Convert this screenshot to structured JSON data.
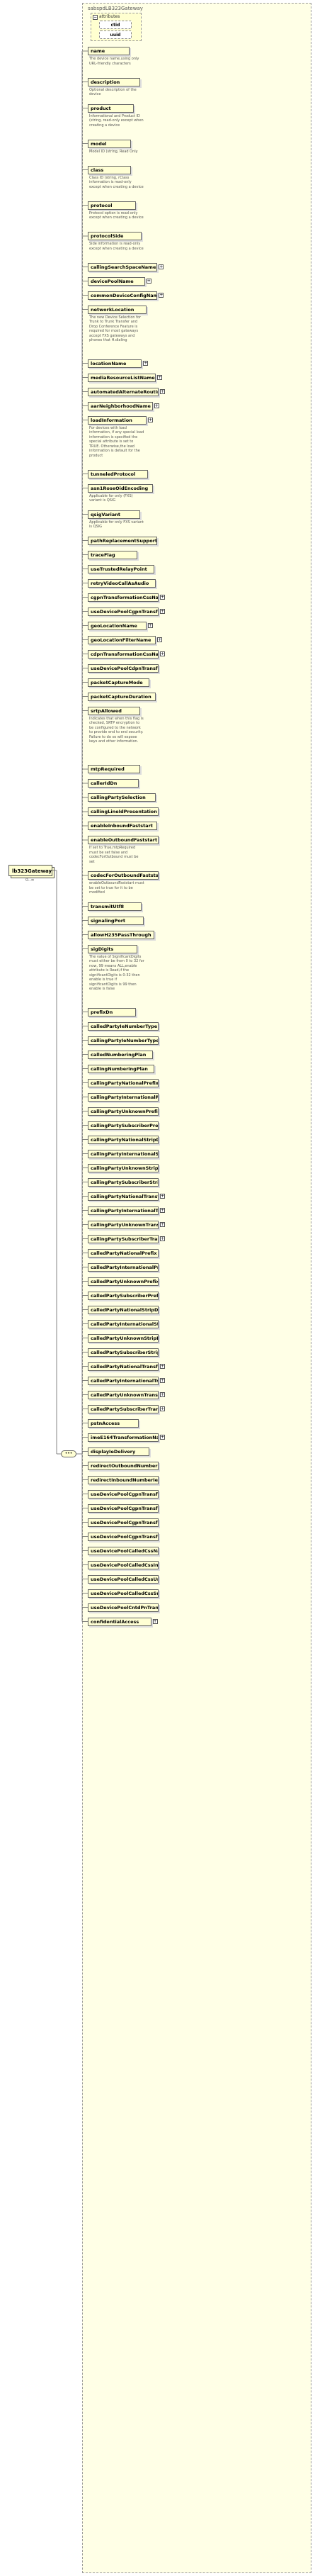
{
  "diagram": {
    "outer_title": "sabspdLB323Gateway",
    "root": {
      "label": "lb323Gateway",
      "sub": "0..∞"
    },
    "attributes": {
      "title": "attributes",
      "items": [
        "ctid",
        "uuid"
      ]
    },
    "elements": [
      {
        "name": "name",
        "desc": "The device name,using only URL-friendly characters"
      },
      {
        "name": "description",
        "desc": "Optional description of the device"
      },
      {
        "name": "product",
        "desc": "Informational and Product ID (string, read-only except when creating a device"
      },
      {
        "name": "model",
        "desc": "Model ID (string, Read Only"
      },
      {
        "name": "class",
        "desc": "Class ID (string, rClass information is read-only except when creating a device"
      },
      {
        "name": "protocol",
        "desc": "Protocol option is read-only except when creating a device"
      },
      {
        "name": "protocolSide",
        "desc": "Side information is read-only except when creating a device"
      },
      {
        "name": "callingSearchSpaceName",
        "desc": "",
        "plus": true
      },
      {
        "name": "devicePoolName",
        "desc": "",
        "plus": true
      },
      {
        "name": "commonDeviceConfigName",
        "desc": "",
        "plus": true
      },
      {
        "name": "networkLocation",
        "desc": "The new Device Selection for Trunk to Trunk Transfer and Drop Conference Feature is required for most gateways accept FXS gateways and phones that H.dialing"
      },
      {
        "name": "locationName",
        "desc": "",
        "plus": true
      },
      {
        "name": "mediaResourceListName",
        "desc": "",
        "plus": true
      },
      {
        "name": "automatedAlternateRoutingCs...",
        "desc": "",
        "plus": true
      },
      {
        "name": "aarNeighborhoodName",
        "desc": "",
        "plus": true
      },
      {
        "name": "loadInformation",
        "desc": "For devices with load information, if any special load information is specified the special attribute is set to TRUE. Otherwise,the load information is default for the product",
        "plus": true
      },
      {
        "name": "tunneledProtocol",
        "desc": ""
      },
      {
        "name": "asn1RoseOidEncoding",
        "desc": "Applicable for only (FXS) variant is QSIG"
      },
      {
        "name": "qsigVariant",
        "desc": "Applicable for only FXS variant is QSIG"
      },
      {
        "name": "pathReplacementSupport",
        "desc": ""
      },
      {
        "name": "traceFlag",
        "desc": ""
      },
      {
        "name": "useTrustedRelayPoint",
        "desc": ""
      },
      {
        "name": "retryVideoCallAsAudio",
        "desc": ""
      },
      {
        "name": "cgpnTransformationCssName",
        "desc": "",
        "plus": true
      },
      {
        "name": "useDevicePoolCgpnTransformCss...",
        "desc": "",
        "plus": true
      },
      {
        "name": "geoLocationName",
        "desc": "",
        "plus": true
      },
      {
        "name": "geoLocationFilterName",
        "desc": "",
        "plus": true
      },
      {
        "name": "cdpnTransformationCssName",
        "desc": "",
        "plus": true
      },
      {
        "name": "useDevicePoolCdpnTransformC...",
        "desc": ""
      },
      {
        "name": "packetCaptureMode",
        "desc": ""
      },
      {
        "name": "packetCaptureDuration",
        "desc": ""
      },
      {
        "name": "srtpAllowed",
        "desc": "Indicates that when this flag is checked, SRTP encryption to be configured to the network to provide end to end security. Failure to do so will expose keys and other information."
      },
      {
        "name": "mtpRequired",
        "desc": ""
      },
      {
        "name": "callerIdDn",
        "desc": ""
      },
      {
        "name": "callingPartySelection",
        "desc": ""
      },
      {
        "name": "callingLineIdPresentation",
        "desc": ""
      },
      {
        "name": "enableInboundFaststart",
        "desc": ""
      },
      {
        "name": "enableOutboundFaststart",
        "desc": "If set to True,mtpRequired must be set false and codecForOutbound must be set"
      },
      {
        "name": "codecForOutboundFaststart",
        "desc": "enableOutboundFaststart must be set to true for it to be modified"
      },
      {
        "name": "transmitUtf8",
        "desc": ""
      },
      {
        "name": "signalingPort",
        "desc": ""
      },
      {
        "name": "allowH235PassThrough",
        "desc": ""
      },
      {
        "name": "sigDigits",
        "desc": "The value of SignificantDigits must either be from 0 to 32 for now, 99 means ALL,enable attribute is Read,if the significantDigits is 0-32 then enable is true if significantDigits is 99 then enable is false"
      },
      {
        "name": "prefixDn",
        "desc": ""
      },
      {
        "name": "calledPartyIeNumberType",
        "desc": ""
      },
      {
        "name": "callingPartyIeNumberType",
        "desc": ""
      },
      {
        "name": "calledNumberingPlan",
        "desc": ""
      },
      {
        "name": "callingNumberingPlan",
        "desc": ""
      },
      {
        "name": "callingPartyNationalPrefix",
        "desc": ""
      },
      {
        "name": "callingPartyInternationalPrefix",
        "desc": ""
      },
      {
        "name": "callingPartyUnknownPrefix",
        "desc": ""
      },
      {
        "name": "callingPartySubscriberPrefix",
        "desc": ""
      },
      {
        "name": "callingPartyNationalStripDigits",
        "desc": ""
      },
      {
        "name": "callingPartyInternationalStripDig...",
        "desc": ""
      },
      {
        "name": "callingPartyUnknownStripDigits",
        "desc": ""
      },
      {
        "name": "callingPartySubscriberStripDigits",
        "desc": ""
      },
      {
        "name": "callingPartyNationalTransforma...",
        "desc": "",
        "plus": true
      },
      {
        "name": "callingPartyInternationalTransf...",
        "desc": "",
        "plus": true
      },
      {
        "name": "callingPartyUnknownTransform...",
        "desc": "",
        "plus": true
      },
      {
        "name": "callingPartySubscriberTransfor...",
        "desc": "",
        "plus": true
      },
      {
        "name": "calledPartyNationalPrefix",
        "desc": ""
      },
      {
        "name": "calledPartyInternationalPrefix",
        "desc": ""
      },
      {
        "name": "calledPartyUnknownPrefix",
        "desc": ""
      },
      {
        "name": "calledPartySubscriberPrefix",
        "desc": ""
      },
      {
        "name": "calledPartyNationalStripDigits",
        "desc": ""
      },
      {
        "name": "calledPartyInternationalStripDigits",
        "desc": ""
      },
      {
        "name": "calledPartyUnknownStripDigits",
        "desc": ""
      },
      {
        "name": "calledPartySubscriberStripDigits",
        "desc": ""
      },
      {
        "name": "calledPartyNationalTransformat...",
        "desc": "",
        "plus": true
      },
      {
        "name": "calledPartyInternationalTransfo...",
        "desc": "",
        "plus": true
      },
      {
        "name": "calledPartyUnknownTransform...",
        "desc": "",
        "plus": true
      },
      {
        "name": "calledPartySubscriberTransform...",
        "desc": "",
        "plus": true
      },
      {
        "name": "pstnAccess",
        "desc": ""
      },
      {
        "name": "imeE164TransformationName",
        "desc": "",
        "plus": true
      },
      {
        "name": "displayIeDelivery",
        "desc": ""
      },
      {
        "name": "redirectOutboundNumberIe",
        "desc": ""
      },
      {
        "name": "redirectInboundNumberIe",
        "desc": ""
      },
      {
        "name": "useDevicePoolCgpnTransformC...",
        "desc": ""
      },
      {
        "name": "useDevicePoolCgpnTransformC...",
        "desc": ""
      },
      {
        "name": "useDevicePoolCgpnTransformC...",
        "desc": ""
      },
      {
        "name": "useDevicePoolCgpnTransformC...",
        "desc": ""
      },
      {
        "name": "useDevicePoolCalledCssNatl",
        "desc": ""
      },
      {
        "name": "useDevicePoolCalledCssIntl",
        "desc": ""
      },
      {
        "name": "useDevicePoolCalledCssUnkn",
        "desc": ""
      },
      {
        "name": "useDevicePoolCalledCssSubs",
        "desc": ""
      },
      {
        "name": "useDevicePoolCntdPnTransformat...",
        "desc": ""
      },
      {
        "name": "confidentialAccess",
        "desc": "",
        "plus": true
      }
    ]
  }
}
